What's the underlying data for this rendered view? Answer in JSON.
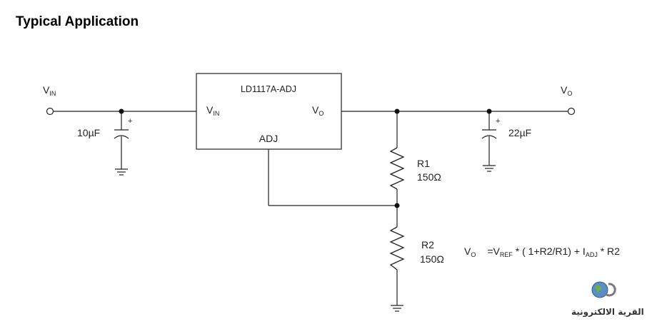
{
  "title": "Typical Application",
  "ic": {
    "name": "LD1117A-ADJ",
    "pin_in": "V",
    "pin_in_sub": "IN",
    "pin_out": "V",
    "pin_out_sub": "O",
    "pin_adj": "ADJ"
  },
  "input": {
    "label": "V",
    "label_sub": "IN"
  },
  "output": {
    "label": "V",
    "label_sub": "O"
  },
  "cin": {
    "value": "10µF",
    "polarity": "+"
  },
  "cout": {
    "value": "22µF",
    "polarity": "+"
  },
  "r1": {
    "name": "R1",
    "value": "150Ω"
  },
  "r2": {
    "name": "R2",
    "value": "150Ω"
  },
  "formula": {
    "lhs": "V",
    "lhs_sub": "O",
    "eq": "=V",
    "ref_sub": "REF",
    "mid": " * ( 1+R2/R1) + I",
    "adj_sub": "ADJ",
    "end": " * R2"
  },
  "watermark": {
    "text": "القرية الالكترونية"
  }
}
